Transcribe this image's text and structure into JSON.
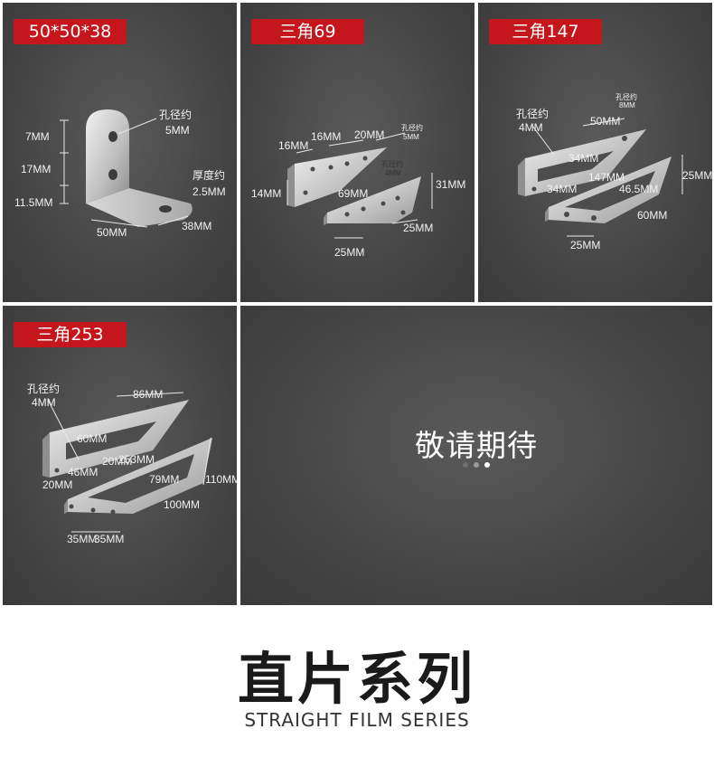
{
  "panels": [
    {
      "tag": "50*50*38",
      "labels": [
        "7MM",
        "17MM",
        "11.5MM",
        "孔径约",
        "5MM",
        "厚度约",
        "2.5MM",
        "50MM",
        "38MM"
      ]
    },
    {
      "tag": "三角69",
      "labels": [
        "16MM",
        "16MM",
        "20MM",
        "孔径约",
        "5MM",
        "14MM",
        "69MM",
        "孔径约",
        "4MM",
        "31MM",
        "25MM",
        "25MM"
      ]
    },
    {
      "tag": "三角147",
      "labels": [
        "孔径约",
        "4MM",
        "50MM",
        "孔径约",
        "8MM",
        "34MM",
        "34MM",
        "147MM",
        "46.5MM",
        "25MM",
        "60MM",
        "25MM"
      ]
    },
    {
      "tag": "三角253",
      "labels": [
        "孔径约",
        "4MM",
        "86MM",
        "60MM",
        "20MM",
        "253MM",
        "20MM",
        "46MM",
        "79MM",
        "110MM",
        "100MM",
        "35MM",
        "35MM"
      ]
    }
  ],
  "placeholder": {
    "text": "敬请期待",
    "dot_colors": [
      "#6f6f6f",
      "#9a9a9a",
      "#ffffff"
    ]
  },
  "series": {
    "title": "直片系列",
    "subtitle": "STRAIGHT FILM SERIES"
  },
  "colors": {
    "tag_red": "#c4161c",
    "panel_dark": "#474747",
    "metal_light": "#e6e6e6",
    "metal_dark": "#9a9a9a"
  }
}
